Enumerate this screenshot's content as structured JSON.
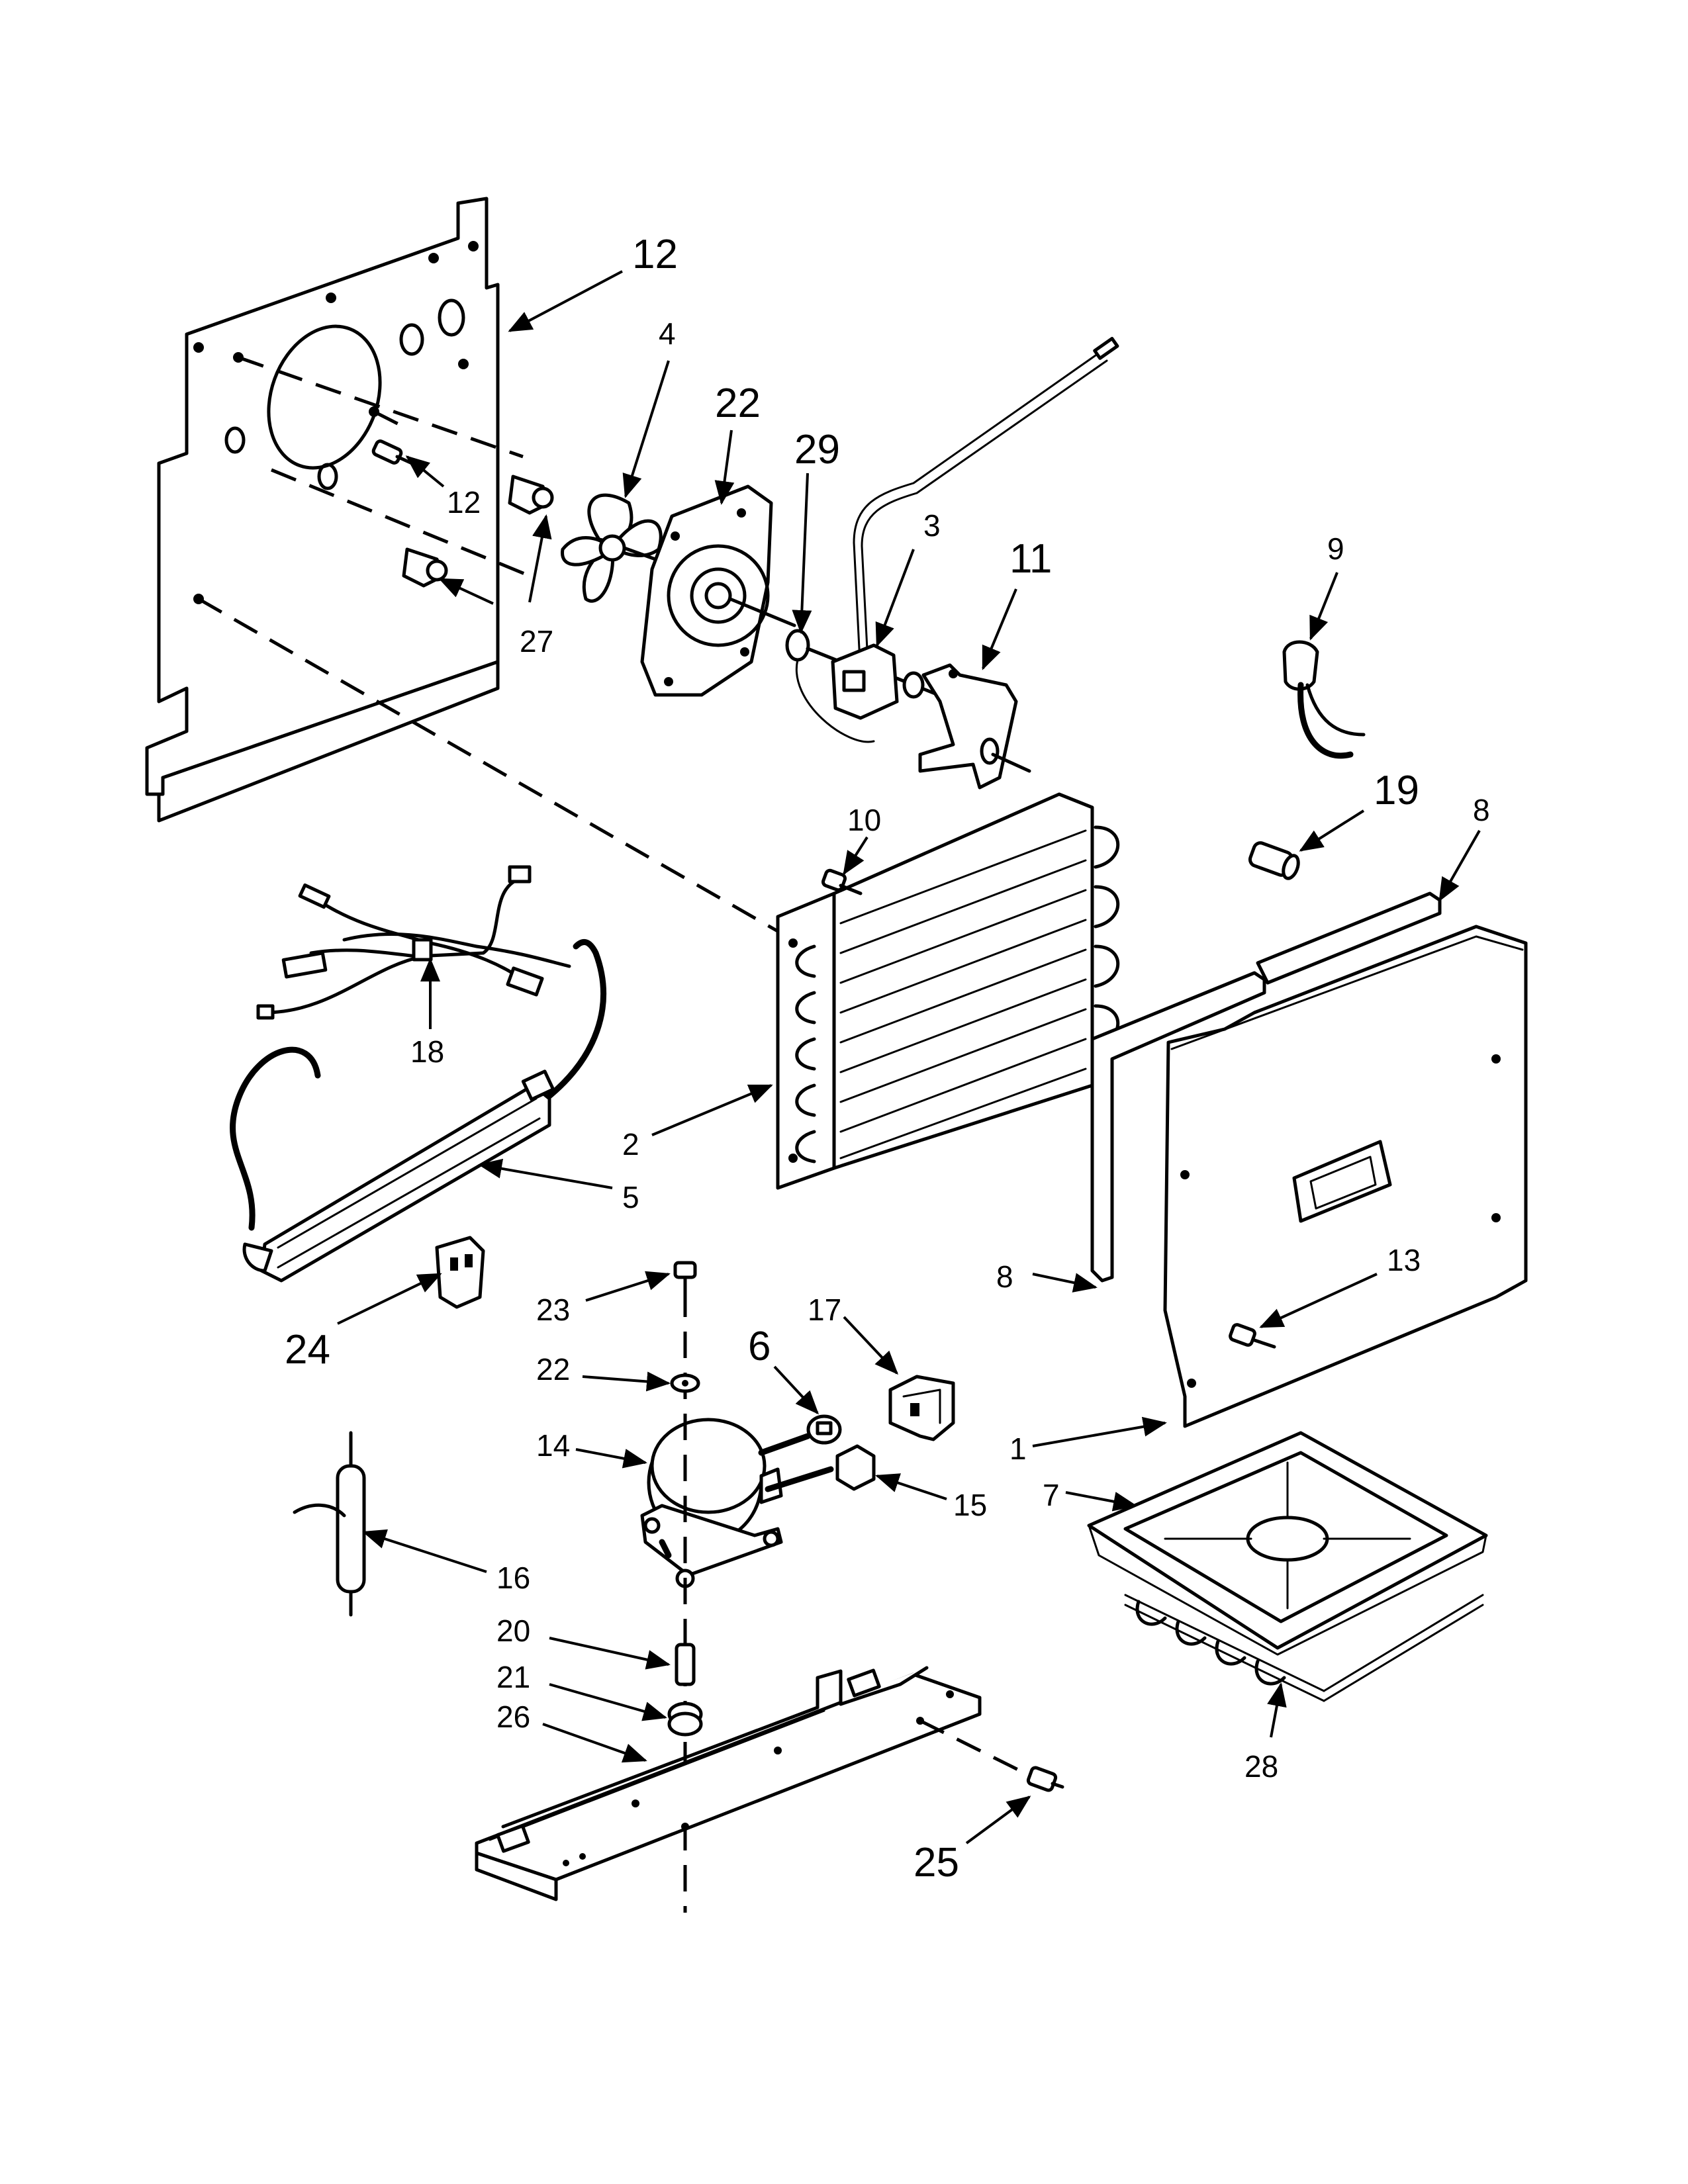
{
  "callouts": {
    "c12_top": "12",
    "c4": "4",
    "c22_top": "22",
    "c29": "29",
    "c3": "3",
    "c11": "11",
    "c9": "9",
    "c12_small": "12",
    "c27": "27",
    "c19": "19",
    "c8_top": "8",
    "c10": "10",
    "c18": "18",
    "c2": "2",
    "c5": "5",
    "c8_left": "8",
    "c13": "13",
    "c24": "24",
    "c23": "23",
    "c17": "17",
    "c6": "6",
    "c22_mid": "22",
    "c14": "14",
    "c1": "1",
    "c15": "15",
    "c7": "7",
    "c16": "16",
    "c20": "20",
    "c21": "21",
    "c26": "26",
    "c28": "28",
    "c25": "25"
  }
}
